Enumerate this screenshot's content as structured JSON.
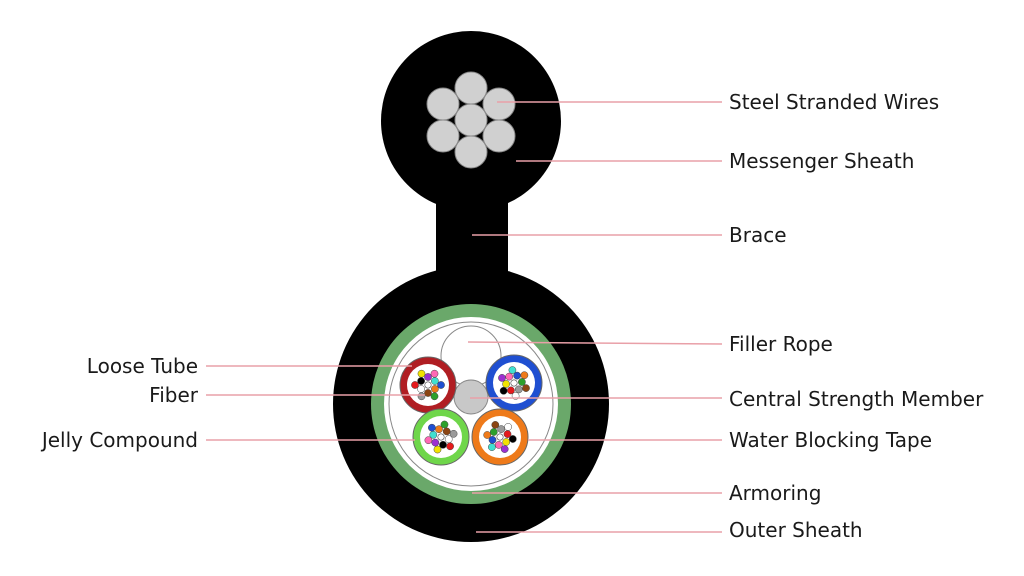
{
  "labels": {
    "steel_stranded_wires": "Steel Stranded Wires",
    "messenger_sheath": "Messenger Sheath",
    "brace": "Brace",
    "filler_rope": "Filler Rope",
    "central_strength_member": "Central Strength Member",
    "water_blocking_tape": "Water Blocking Tape",
    "armoring": "Armoring",
    "outer_sheath": "Outer Sheath",
    "loose_tube": "Loose Tube",
    "fiber": "Fiber",
    "jelly_compound": "Jelly Compound"
  },
  "colors": {
    "sheath": "#000000",
    "steel_wire": "#d0d0d0",
    "armoring": "#6aa86a",
    "water_blocking_tape": "#ffffff",
    "filler_rope": "#ffffff",
    "central_strength_member": "#c8c8c8",
    "leader_line": "#e9a0a8",
    "tubes": [
      "#b01e23",
      "#1f4fd1",
      "#6fd64a",
      "#ee7a1a"
    ],
    "fiber_colors": [
      "#1f4fd1",
      "#ee7a1a",
      "#2ca02c",
      "#8b4513",
      "#9a9a9a",
      "#ffffff",
      "#e41a1c",
      "#000000",
      "#f2e200",
      "#9b30d0",
      "#ff69b4",
      "#40e0d0"
    ]
  }
}
